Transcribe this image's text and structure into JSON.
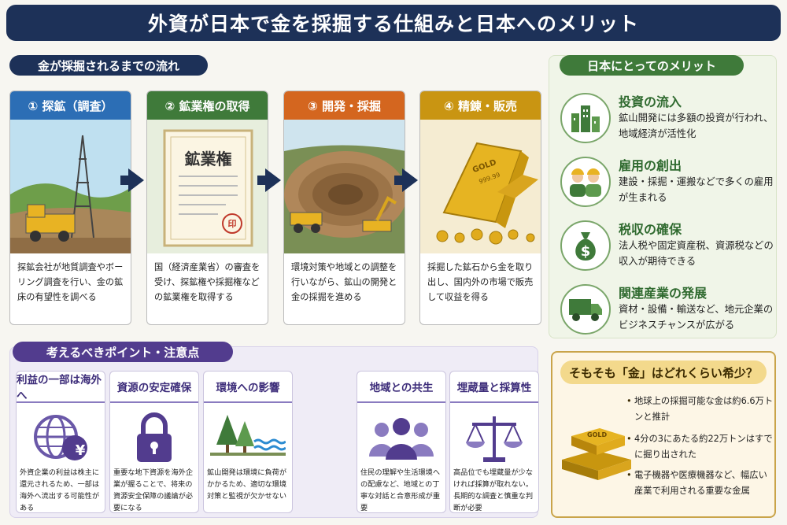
{
  "title": "外資が日本で金を採掘する仕組みと日本へのメリット",
  "flow": {
    "label": "金が採掘されるまでの流れ",
    "steps": [
      {
        "header": "① 探鉱（調査）",
        "color": "#2c6eb5",
        "text": "探鉱会社が地質調査やボーリング調査を行い、金の鉱床の有望性を調べる"
      },
      {
        "header": "② 鉱業権の取得",
        "color": "#3f7a3a",
        "text": "国（経済産業省）の審査を受け、探鉱権や採掘権などの鉱業権を取得する",
        "doc_title": "鉱業権",
        "seal": "印"
      },
      {
        "header": "③ 開発・採掘",
        "color": "#d4661f",
        "text": "環境対策や地域との調整を行いながら、鉱山の開発と金の採掘を進める"
      },
      {
        "header": "④ 精錬・販売",
        "color": "#c99512",
        "text": "採掘した鉱石から金を取り出し、国内外の市場で販売して収益を得る",
        "bar_text": "GOLD",
        "bar_purity": "999.99"
      }
    ]
  },
  "merit": {
    "label": "日本にとってのメリット",
    "items": [
      {
        "title": "投資の流入",
        "text": "鉱山開発には多額の投資が行われ、地域経済が活性化",
        "icon": "buildings-icon"
      },
      {
        "title": "雇用の創出",
        "text": "建設・採掘・運搬などで多くの雇用が生まれる",
        "icon": "workers-icon"
      },
      {
        "title": "税収の確保",
        "text": "法人税や固定資産税、資源税などの収入が期待できる",
        "icon": "money-bag-icon"
      },
      {
        "title": "関連産業の発展",
        "text": "資材・設備・輸送など、地元企業のビジネスチャンスが広がる",
        "icon": "truck-icon"
      }
    ]
  },
  "points": {
    "label": "考えるべきポイント・注意点",
    "items": [
      {
        "title": "利益の一部は海外へ",
        "text": "外資企業の利益は株主に還元されるため、一部は海外へ流出する可能性がある",
        "icon": "globe-yen-icon",
        "symbol": "¥"
      },
      {
        "title": "資源の安定確保",
        "text": "重要な地下資源を海外企業が握ることで、将来の資源安全保障の議論が必要になる",
        "icon": "padlock-icon"
      },
      {
        "title": "環境への影響",
        "text": "鉱山開発は環境に負荷がかかるため、適切な環境対策と監視が欠かせない",
        "icon": "trees-water-icon"
      },
      {
        "title": "地域との共生",
        "text": "住民の理解や生活環境への配慮など、地域との丁寧な対話と合意形成が重要",
        "icon": "people-icon"
      },
      {
        "title": "埋蔵量と採算性",
        "text": "高品位でも埋蔵量が少なければ採算が取れない。長期的な調査と慎重な判断が必要",
        "icon": "scale-icon"
      }
    ]
  },
  "rare": {
    "title": "そもそも「金」はどれくらい希少？",
    "bar_text": "GOLD",
    "items": [
      "地球上の採掘可能な金は約6.6万トンと推計",
      "4分の3にあたる約22万トンはすでに掘り出された",
      "電子機器や医療機器など、幅広い産業で利用される重要な金属"
    ]
  },
  "colors": {
    "navy": "#1d3158",
    "green": "#3f7a3a",
    "purple": "#523c8e",
    "gold": "#c9a44a"
  }
}
